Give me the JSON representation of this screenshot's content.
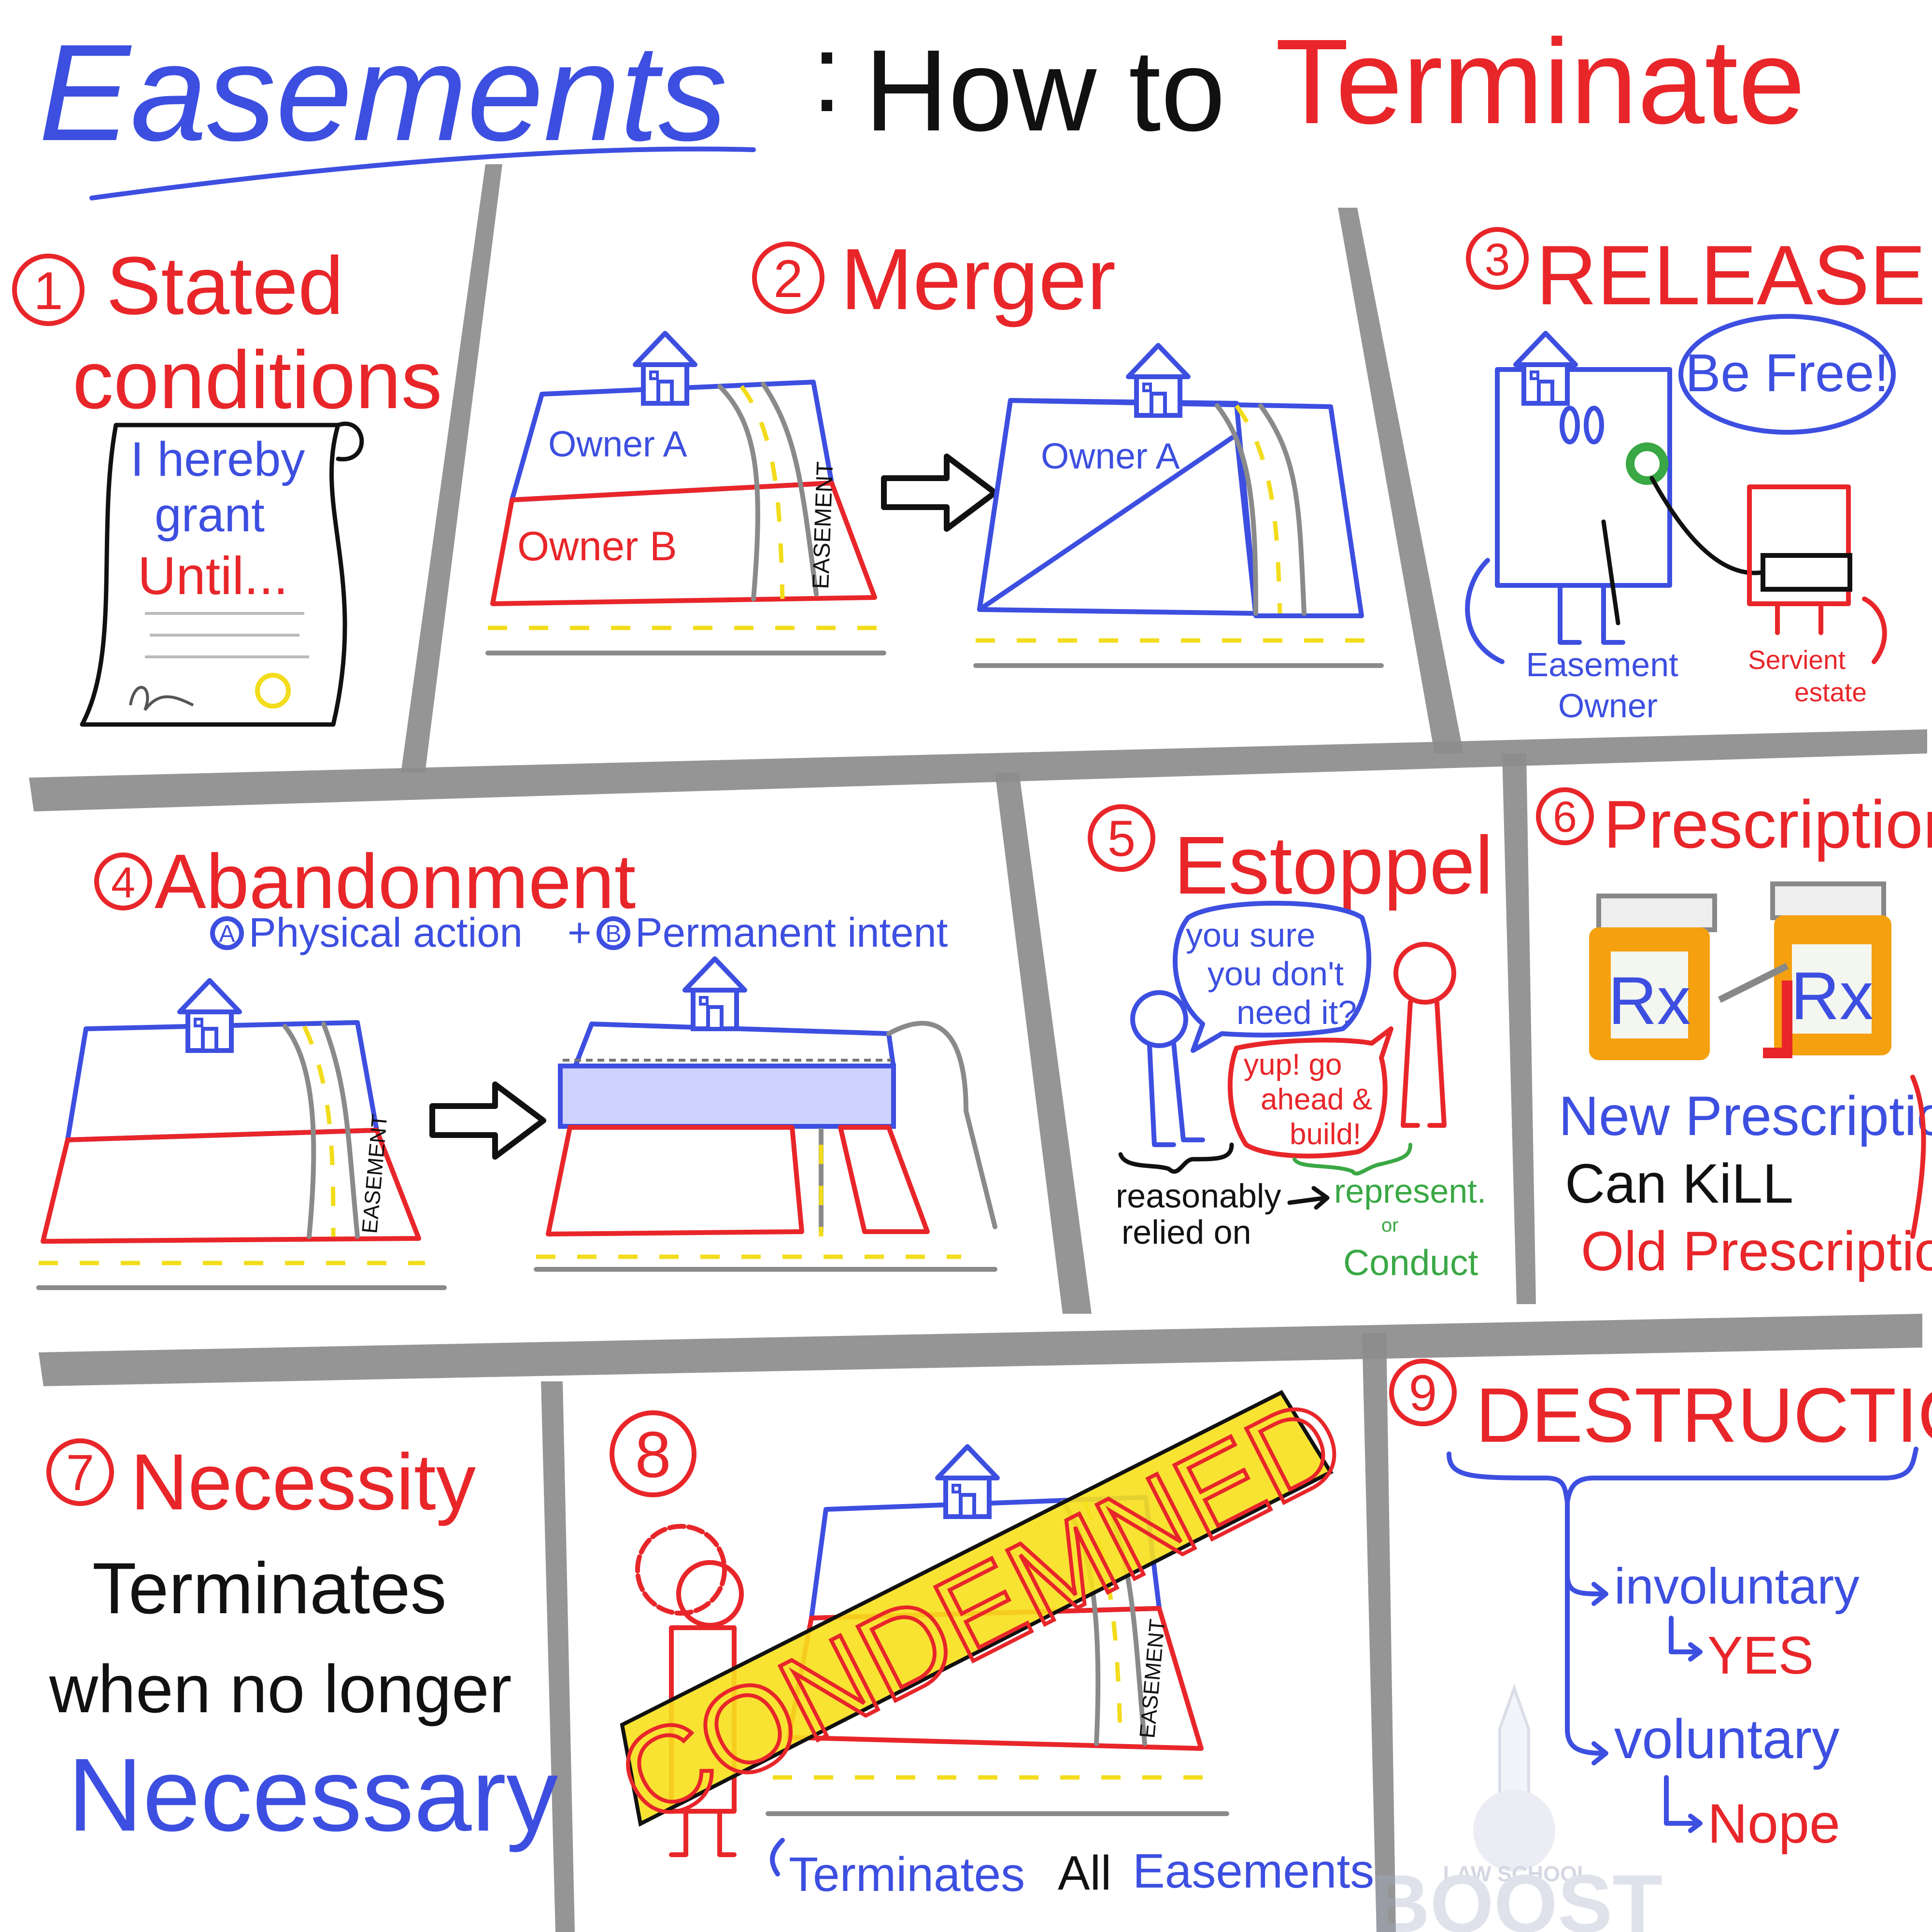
{
  "title": {
    "word1": "Easements",
    "colon": ":",
    "word2": "How to",
    "word3": "Terminate"
  },
  "colors": {
    "red": "#e8262a",
    "blue": "#3d4fe0",
    "black": "#111111",
    "divider_gray": "#8c8c8c",
    "tape_yellow": "#f7e01d",
    "green": "#3aa845",
    "bottle_orange": "#f5a00f"
  },
  "sections": {
    "s1": {
      "number": "1",
      "title_line1": "Stated",
      "title_line2": "conditions",
      "deed_line1": "I hereby",
      "deed_line2": "grant",
      "deed_line3": "Until..."
    },
    "s2": {
      "number": "2",
      "title": "Merger",
      "owner_a": "Owner A",
      "owner_b": "Owner B",
      "easement_label": "EASEMENT",
      "owner_a_after": "Owner A"
    },
    "s3": {
      "number": "3",
      "title": "RELEASE",
      "bubble": "Be Free!",
      "label_owner_line1": "Easement",
      "label_owner_line2": "Owner",
      "label_servient_line1": "Servient",
      "label_servient_line2": "estate"
    },
    "s4": {
      "number": "4",
      "title": "Abandonment",
      "subtitle_a_mark": "A",
      "subtitle_a": "Physical action",
      "plus": "+",
      "subtitle_b_mark": "B",
      "subtitle_b": "Permanent intent",
      "easement_label": "EASEMENT"
    },
    "s5": {
      "number": "5",
      "title": "Estoppel",
      "bubble1_line1": "you sure",
      "bubble1_line2": "you don't",
      "bubble1_line3": "need it?",
      "bubble2_line1": "yup! go",
      "bubble2_line2": "ahead &",
      "bubble2_line3": "build!",
      "relied_line1": "reasonably",
      "relied_line2": "relied on",
      "represent": "represent.",
      "or": "or",
      "conduct": "Conduct"
    },
    "s6": {
      "number": "6",
      "title": "Prescription",
      "rx": "Rx",
      "line1": "New Prescription",
      "line2": "Can KiLL",
      "line3": "Old Prescription"
    },
    "s7": {
      "number": "7",
      "title": "Necessity",
      "line1": "Terminates",
      "line2": "when no longer",
      "line3": "Necessary"
    },
    "s8": {
      "number": "8",
      "tape": "CONDEMNED",
      "easement_label": "EASEMENT",
      "caption_a": "Terminates",
      "caption_b": "All",
      "caption_c": "Easements"
    },
    "s9": {
      "number": "9",
      "title": "DESTRUCTION",
      "involuntary": "involuntary",
      "yes": "YES",
      "voluntary": "voluntary",
      "nope": "Nope"
    }
  },
  "watermark": {
    "line1": "LAW SCHOOL",
    "line2": "BOOST"
  }
}
